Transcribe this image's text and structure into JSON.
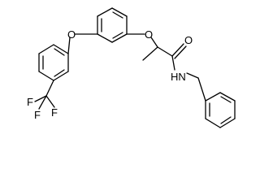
{
  "diagram": {
    "type": "chemical-structure",
    "atom_labels": {
      "ether_oxygen_left": "O",
      "ether_oxygen_right": "O",
      "carbonyl_oxygen": "O",
      "amide_nitrogen": "HN",
      "trifluoromethyl_f1": "F",
      "trifluoromethyl_f2": "F",
      "trifluoromethyl_f3": "F"
    }
  }
}
